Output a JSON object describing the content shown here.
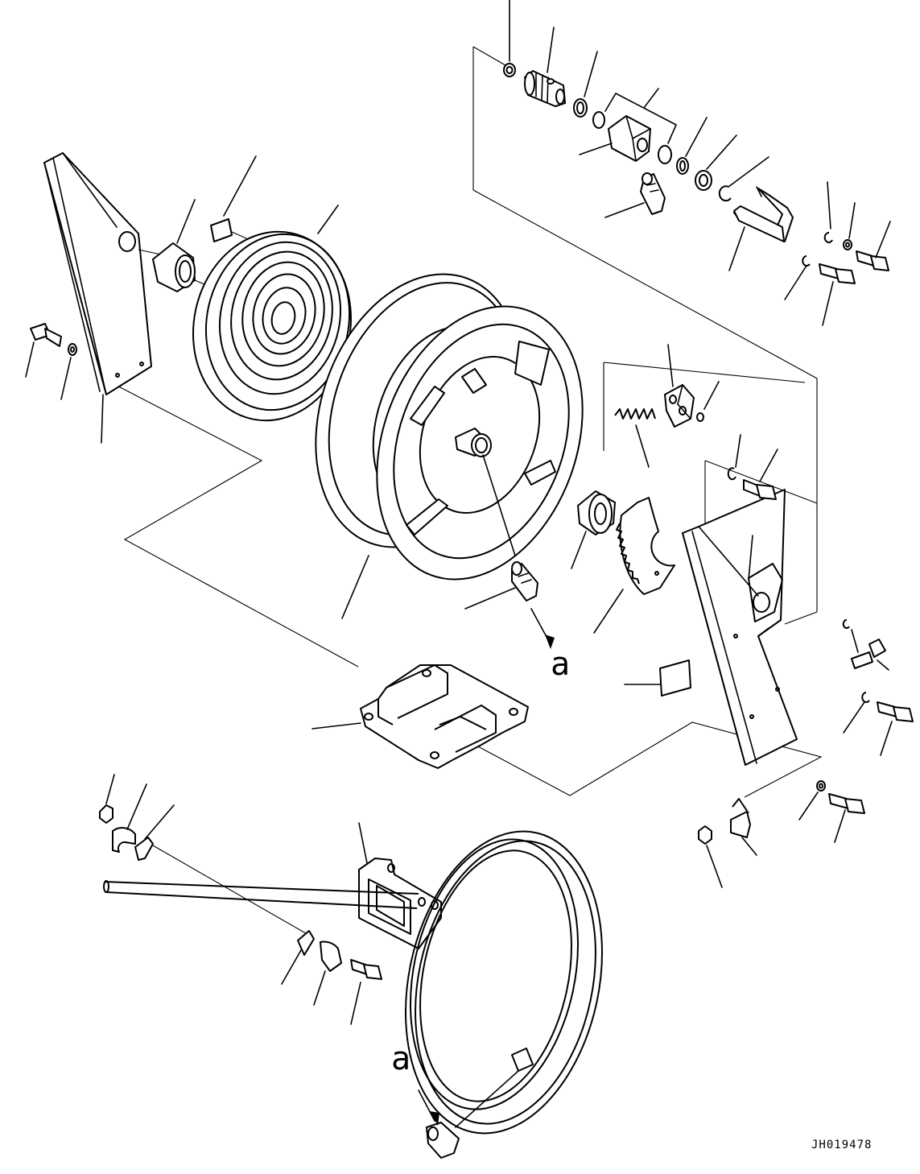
{
  "diagram": {
    "callouts": {
      "upper_label": "a",
      "lower_label": "a"
    },
    "drawing_code": "JH019478",
    "parts": [
      "o-ring-top",
      "swivel-fitting",
      "o-ring",
      "elbow-block",
      "o-ring-pair",
      "seal-ring",
      "snap-ring",
      "grease-fitting-top",
      "latch-bracket",
      "small-washer",
      "bolt-top-right",
      "left-side-plate",
      "bearing-bushing",
      "spiral-spring",
      "label-plate",
      "hose-drum",
      "ratchet-pawl",
      "pawl-spring",
      "collar",
      "ratchet-segment",
      "right-side-plate",
      "base-frame",
      "guide-roller-bracket",
      "hose-coil",
      "hose-clamp",
      "elbow-fitting"
    ]
  }
}
